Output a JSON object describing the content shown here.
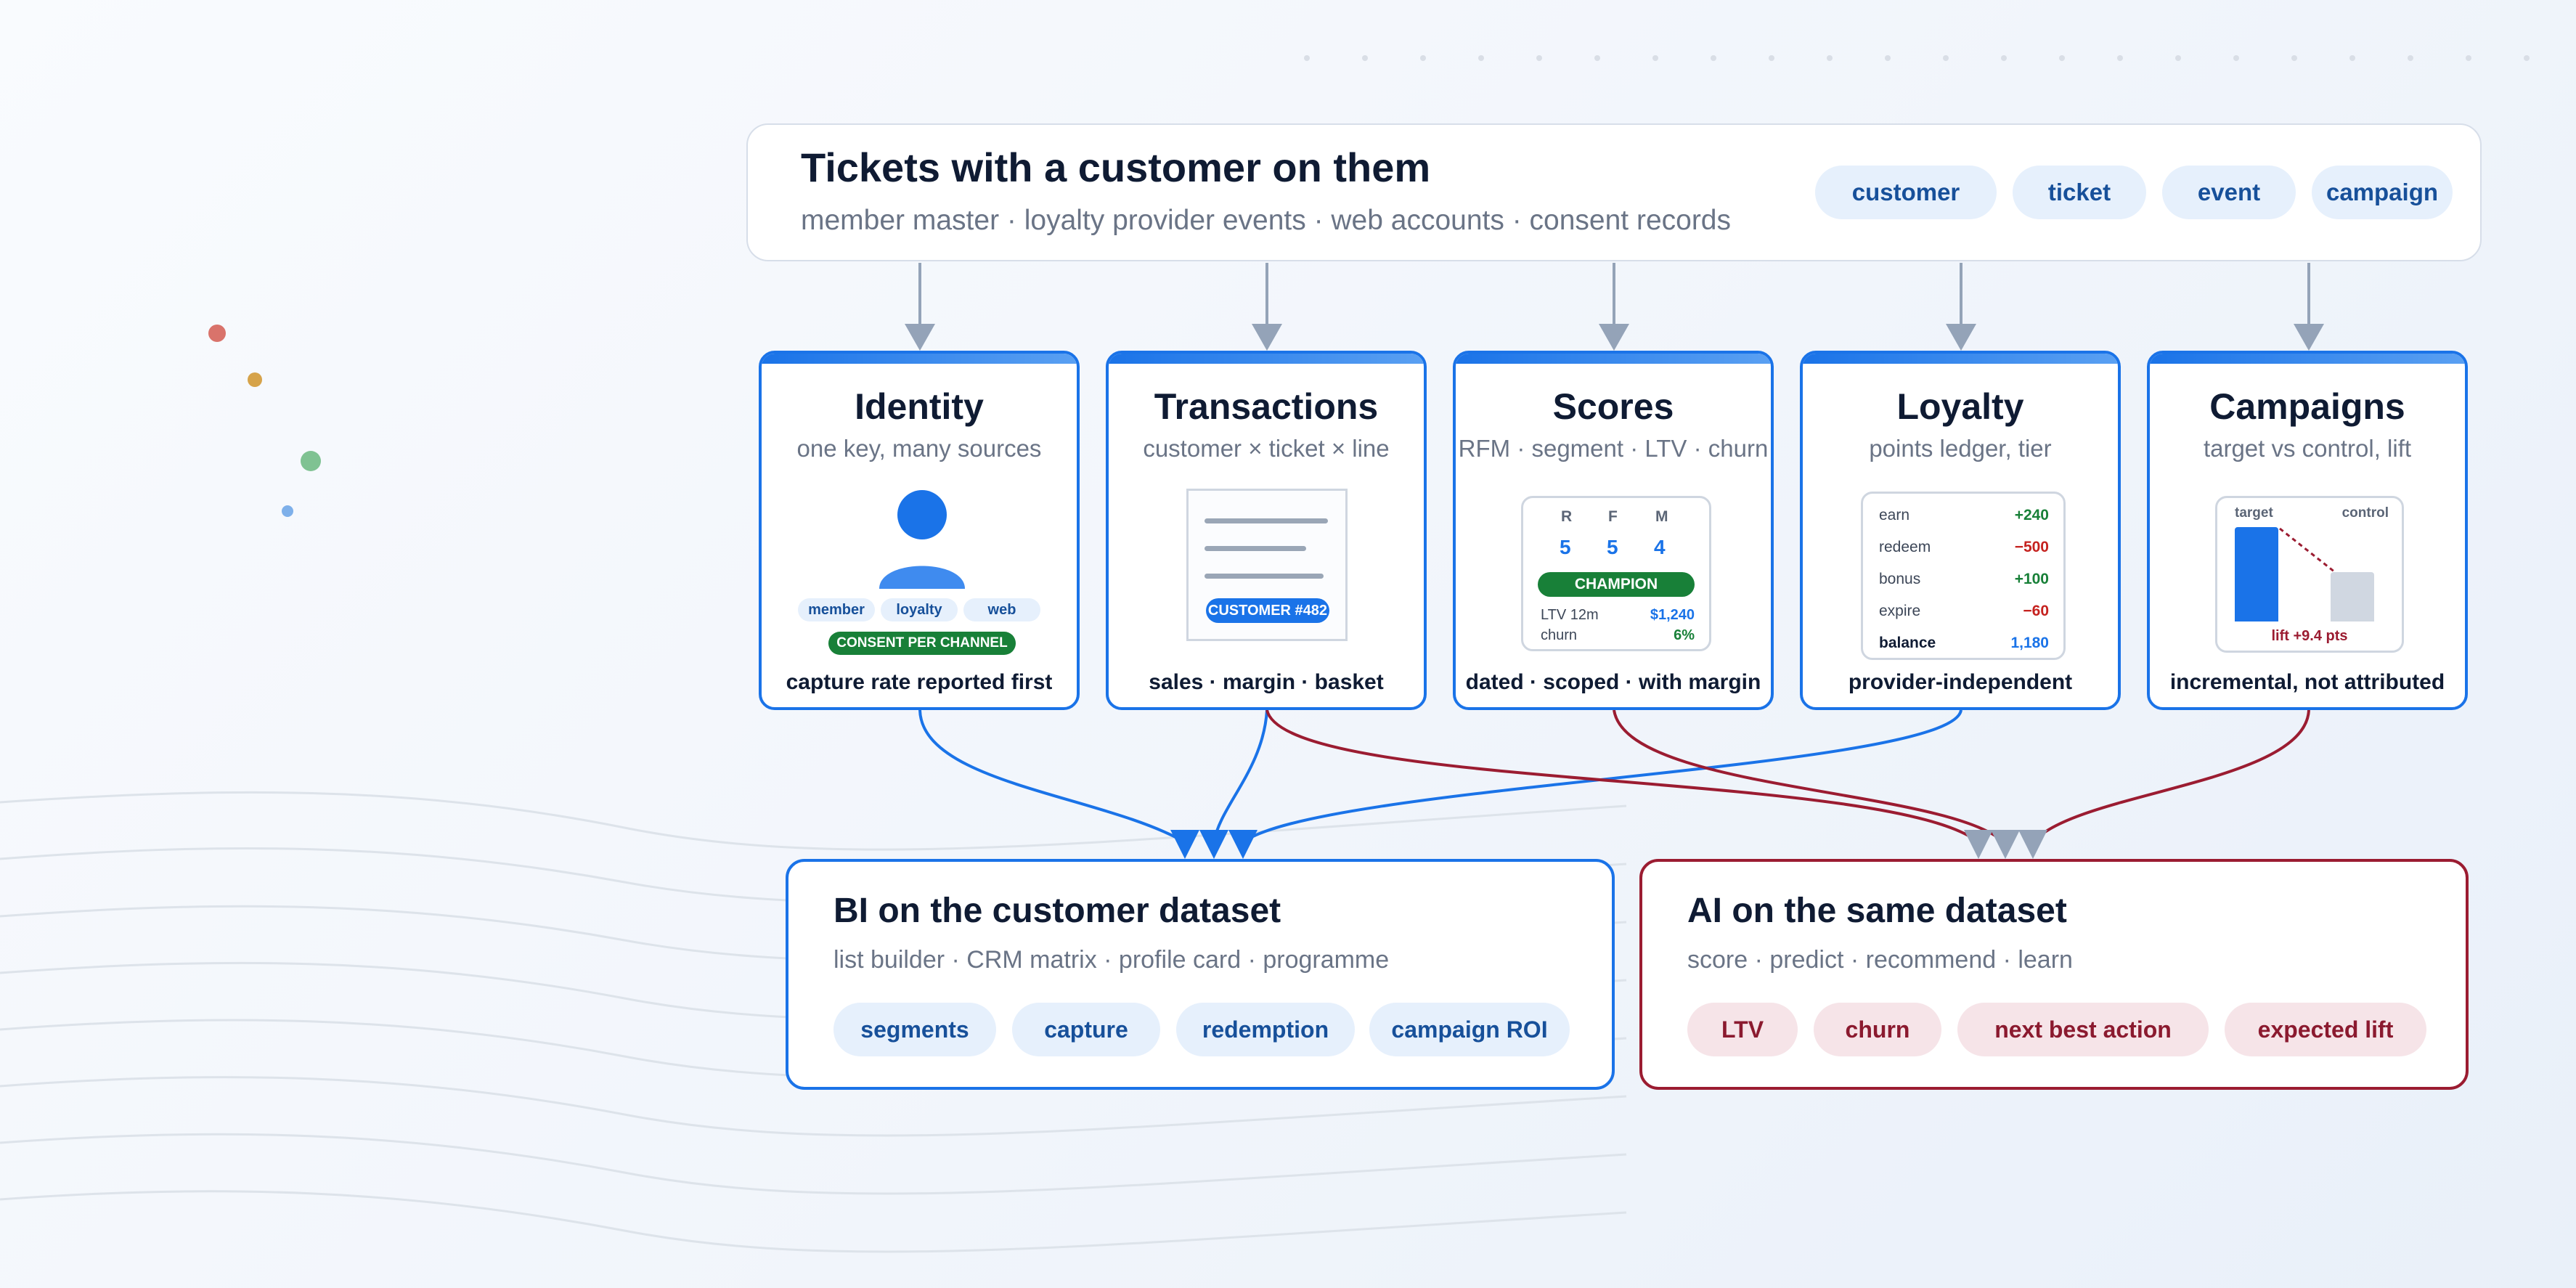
{
  "header": {
    "title": "Tickets with a customer on them",
    "subtitle": "member master · loyalty provider events · web accounts · consent records",
    "chips": [
      "customer",
      "ticket",
      "event",
      "campaign"
    ]
  },
  "modules": [
    {
      "title": "Identity",
      "subtitle": "one key, many sources",
      "footer": "capture rate reported first"
    },
    {
      "title": "Transactions",
      "subtitle": "customer × ticket × line",
      "footer": "sales · margin · basket"
    },
    {
      "title": "Scores",
      "subtitle": "RFM · segment · LTV · churn",
      "footer": "dated · scoped · with margin"
    },
    {
      "title": "Loyalty",
      "subtitle": "points ledger, tier",
      "footer": "provider-independent"
    },
    {
      "title": "Campaigns",
      "subtitle": "target vs control, lift",
      "footer": "incremental, not attributed"
    }
  ],
  "identity": {
    "sources": [
      "member",
      "loyalty",
      "web"
    ],
    "consent": "CONSENT PER CHANNEL"
  },
  "transactions": {
    "tag": "CUSTOMER #482"
  },
  "scores": {
    "headers": [
      "R",
      "F",
      "M"
    ],
    "values": [
      "5",
      "5",
      "4"
    ],
    "badge": "CHAMPION",
    "ltv_label": "LTV 12m",
    "ltv_value": "$1,240",
    "churn_label": "churn",
    "churn_value": "6%"
  },
  "loyalty": {
    "rows": [
      {
        "label": "earn",
        "value": "+240"
      },
      {
        "label": "redeem",
        "value": "−500"
      },
      {
        "label": "bonus",
        "value": "+100"
      },
      {
        "label": "expire",
        "value": "−60"
      },
      {
        "label": "balance",
        "value": "1,180"
      }
    ]
  },
  "campaigns": {
    "target_label": "target",
    "control_label": "control",
    "target_level": 1.0,
    "control_level": 0.52,
    "lift_label": "lift +9.4 pts"
  },
  "outputs": {
    "bi": {
      "title": "BI on the customer dataset",
      "subtitle": "list builder · CRM matrix · profile card · programme",
      "pills": [
        "segments",
        "capture",
        "redemption",
        "campaign ROI"
      ]
    },
    "ai": {
      "title": "AI on the same dataset",
      "subtitle": "score · predict · recommend · learn",
      "pills": [
        "LTV",
        "churn",
        "next best action",
        "expected lift"
      ]
    }
  },
  "colors": {
    "blue": "#1a73e8",
    "crimson": "#9b1c31",
    "green": "#188038",
    "slate": "#94a3b8"
  }
}
